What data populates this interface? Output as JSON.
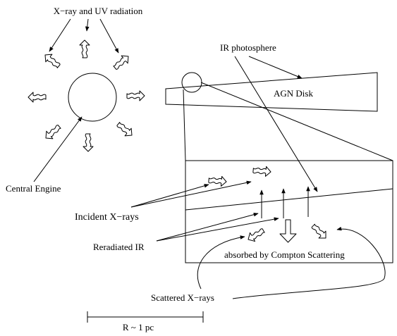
{
  "labels": {
    "radiation": "X−ray and UV radiation",
    "central_engine": "Central Engine",
    "ir_photosphere": "IR photosphere",
    "agn_disk": "AGN Disk",
    "incident_xrays": "Incident X−rays",
    "reradiated_ir": "Reradiated IR",
    "absorbed": "absorbed by Compton Scattering",
    "scattered_xrays": "Scattered X−rays",
    "scale": "R ~ 1 pc"
  },
  "icons": {
    "wavy_arrow": "wavy-hollow-arrow-icon",
    "hollow_arrow": "hollow-down-arrow-icon"
  }
}
